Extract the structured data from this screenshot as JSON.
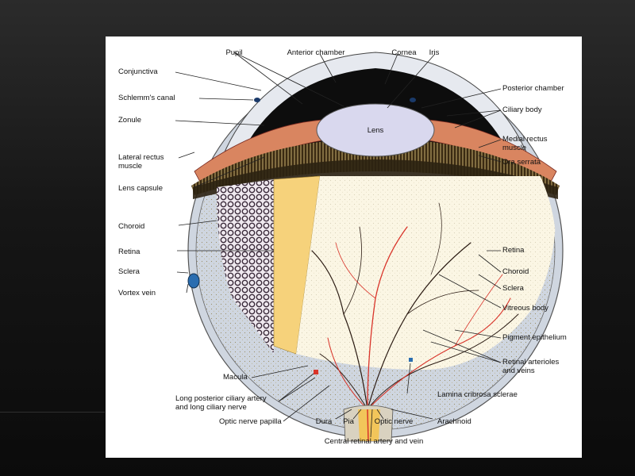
{
  "labels": {
    "pupil": "Pupil",
    "anterior_chamber": "Anterior chamber",
    "cornea": "Cornea",
    "iris": "Iris",
    "conjunctiva": "Conjunctiva",
    "schlemms_canal": "Schlemm's canal",
    "zonule": "Zonule",
    "lateral_rectus_1": "Lateral rectus",
    "lateral_rectus_2": "muscle",
    "lens_capsule": "Lens capsule",
    "choroid_left": "Choroid",
    "retina_left": "Retina",
    "sclera_left": "Sclera",
    "vortex_vein": "Vortex vein",
    "posterior_chamber": "Posterior chamber",
    "ciliary_body": "Ciliary body",
    "medial_rectus_1": "Medial rectus",
    "medial_rectus_2": "muscle",
    "ora_serrata": "Ora serrata",
    "retina_right": "Retina",
    "choroid_right": "Choroid",
    "sclera_right": "Sclera",
    "vitreous_body": "Vitreous body",
    "pigment_epithelium": "Pigment epithelium",
    "retinal_arterioles_1": "Retinal arterioles",
    "retinal_arterioles_2": "and veins",
    "macula": "Macula",
    "long_posterior_1": "Long posterior ciliary artery",
    "long_posterior_2": "and long ciliary nerve",
    "lamina_cribrosa": "Lamina cribrosa sclerae",
    "optic_nerve_papilla": "Optic nerve papilla",
    "dura": "Dura",
    "pia": "Pia",
    "optic_nerve": "Optic nerve",
    "arachnoid": "Arachnoid",
    "central_retinal": "Central retinal artery and vein",
    "lens": "Lens"
  },
  "colors": {
    "sclera": "#dfe3ea",
    "choroid": "#6b2a20",
    "ciliary": "#d98560",
    "lens": "#d9d8ee",
    "retina": "#f6d27b",
    "vitreous": "#fbf6e4",
    "artery": "#d9342a",
    "vein": "#2a1a12",
    "vortex": "#2a6db0"
  }
}
